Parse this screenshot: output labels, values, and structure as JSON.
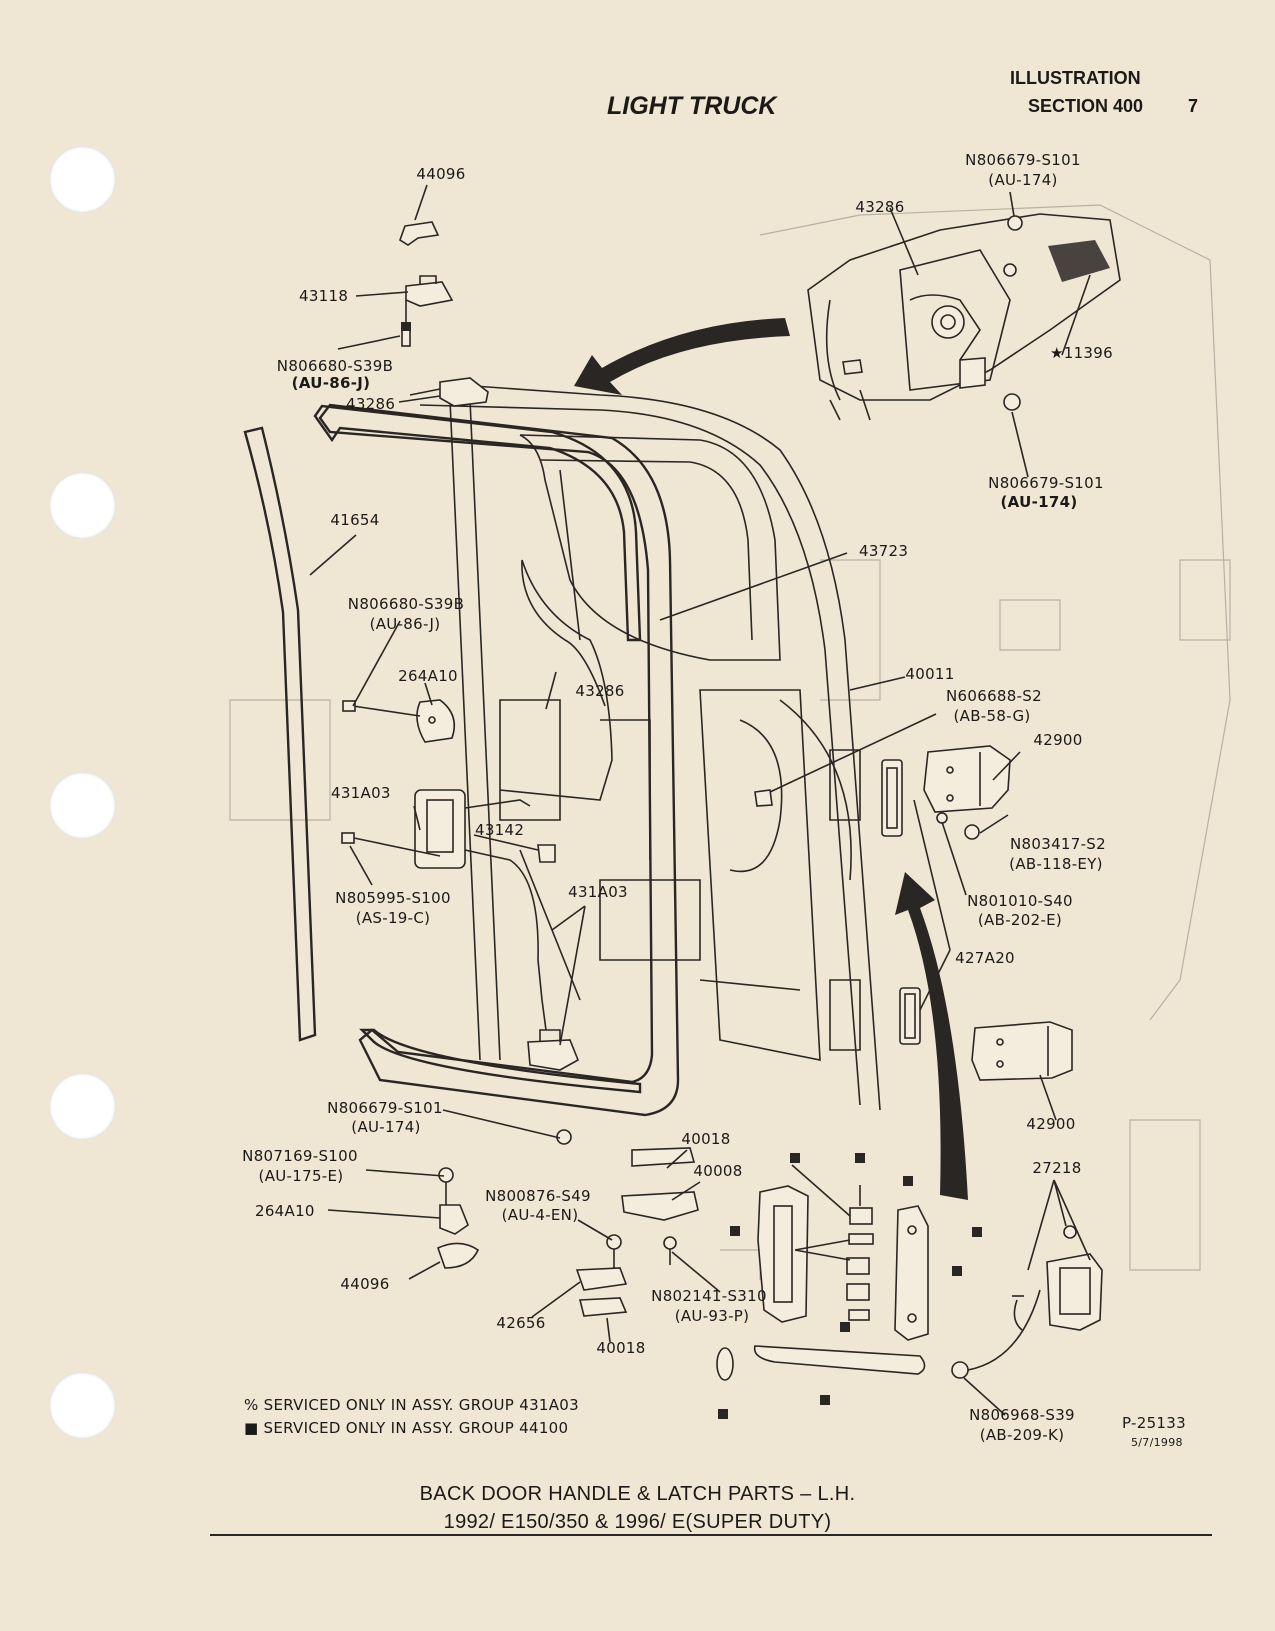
{
  "header": {
    "illustration_label": "ILLUSTRATION",
    "section_label": "SECTION 400",
    "page_number": "7",
    "title": "LIGHT TRUCK"
  },
  "part_labels": {
    "p44096_top": "44096",
    "p43118": "43118",
    "n806680_a_num": "N806680-S39B",
    "n806680_a_code": "(AU-86-J)",
    "p43286_top": "43286",
    "p41654": "41654",
    "n806680_b_num": "N806680-S39B",
    "n806680_b_code": "(AU-86-J)",
    "p264A10_top": "264A10",
    "p431A03_left": "431A03",
    "p43142": "43142",
    "n805995_num": "N805995-S100",
    "n805995_code": "(AS-19-C)",
    "p431A03_mid": "431A03",
    "p43286_mid": "43286",
    "p43723": "43723",
    "p43286_inset": "43286",
    "n806679_top_num": "N806679-S101",
    "n806679_top_code": "(AU-174)",
    "p11396": "★11396",
    "n806679_right_num": "N806679-S101",
    "n806679_right_code": "(AU-174)",
    "p40011": "40011",
    "n606688_num": "N606688-S2",
    "n606688_code": "(AB-58-G)",
    "p42900_top": "42900",
    "n803417_num": "N803417-S2",
    "n803417_code": "(AB-118-EY)",
    "n801010_num": "N801010-S40",
    "n801010_code": "(AB-202-E)",
    "p427A20": "427A20",
    "p42900_bottom": "42900",
    "n806679_bottom_num": "N806679-S101",
    "n806679_bottom_code": "(AU-174)",
    "n807169_num": "N807169-S100",
    "n807169_code": "(AU-175-E)",
    "p264A10_bottom": "264A10",
    "p44096_bottom": "44096",
    "p40018_top": "40018",
    "p40008": "40008",
    "n800876_num": "N800876-S49",
    "n800876_code": "(AU-4-EN)",
    "p42656": "42656",
    "p40018_bottom": "40018",
    "n802141_num": "N802141-S310",
    "n802141_code": "(AU-93-P)",
    "p27218": "27218",
    "n806968_num": "N806968-S39",
    "n806968_code": "(AB-209-K)"
  },
  "notes": {
    "serviced_431a03": "% SERVICED ONLY IN ASSY. GROUP 431A03",
    "serviced_44100": "■ SERVICED ONLY IN ASSY. GROUP 44100"
  },
  "figure_id": {
    "number": "P-25133",
    "date": "5/7/1998"
  },
  "caption": {
    "line1": "BACK DOOR HANDLE & LATCH PARTS – L.H.",
    "line2": "1992/ E150/350 & 1996/ E(SUPER DUTY)"
  }
}
